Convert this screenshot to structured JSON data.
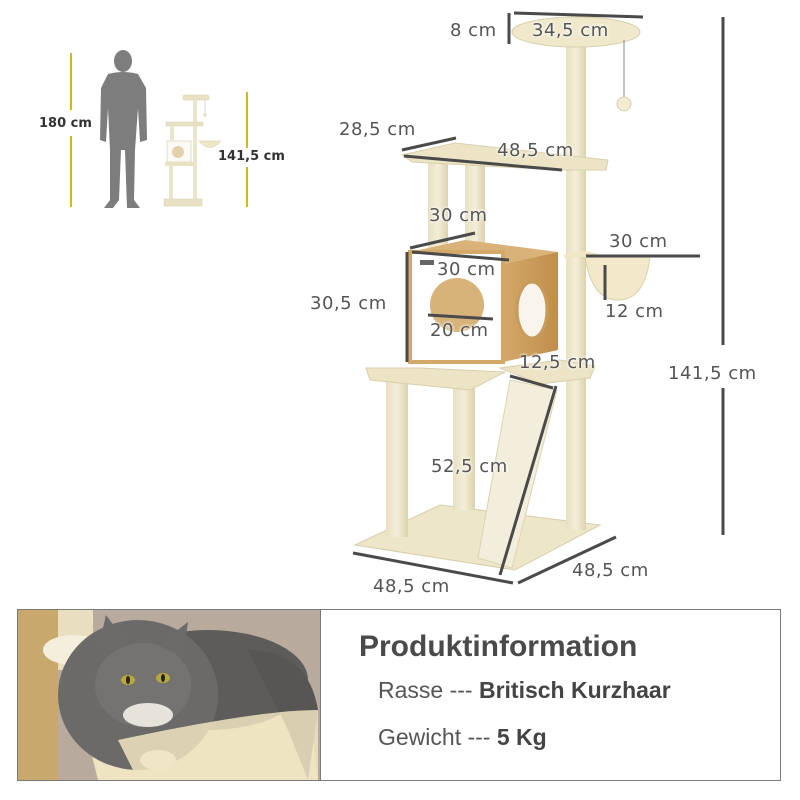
{
  "comparison": {
    "person_height": "180 cm",
    "tree_height": "141,5 cm",
    "marker_color": "#e0b21a"
  },
  "dimensions": {
    "top_platform_height": "8 cm",
    "top_platform_diameter": "34,5 cm",
    "middle_platform_depth": "28,5 cm",
    "middle_platform_width": "48,5 cm",
    "house_depth": "30 cm",
    "house_width": "30 cm",
    "house_height": "30,5 cm",
    "house_opening": "20 cm",
    "hammock_diameter": "30 cm",
    "hammock_depth": "12 cm",
    "ramp_width": "12,5 cm",
    "ramp_length": "52,5 cm",
    "total_height": "141,5 cm",
    "base_width": "48,5 cm",
    "base_depth": "48,5 cm"
  },
  "info": {
    "title": "Produktinformation",
    "breed_label": "Rasse --- ",
    "breed_value": "Britisch Kurzhaar",
    "weight_label": "Gewicht --- ",
    "weight_value": "5 Kg"
  },
  "colors": {
    "dimension_line": "#4a4a4a",
    "beige": "#efe8c9",
    "wood": "#c99b5a"
  }
}
